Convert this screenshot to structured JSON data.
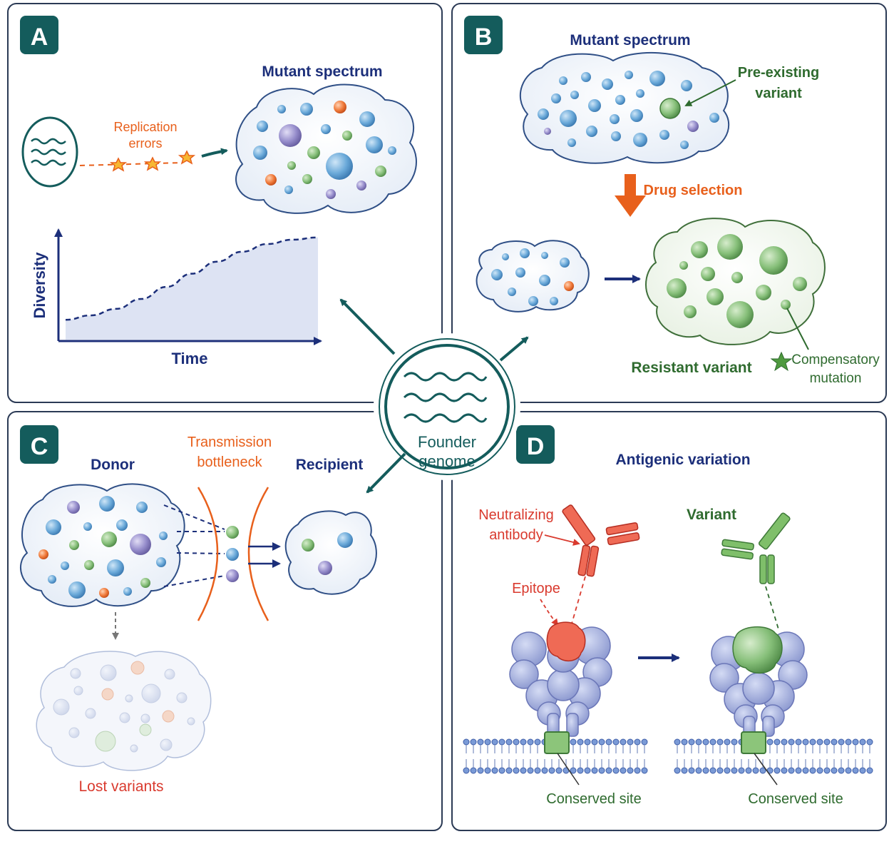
{
  "panels": {
    "a": {
      "badge": "A",
      "title": "Mutant spectrum",
      "arrow_label_1": "Replication",
      "arrow_label_2": "errors",
      "chart_data": {
        "type": "area",
        "xlabel": "Time",
        "ylabel": "Diversity",
        "x": [
          0,
          0.1,
          0.2,
          0.3,
          0.4,
          0.5,
          0.6,
          0.7,
          0.8,
          0.9,
          1.0
        ],
        "y": [
          0.18,
          0.22,
          0.28,
          0.37,
          0.48,
          0.6,
          0.71,
          0.8,
          0.87,
          0.91,
          0.93
        ],
        "ylim": [
          0,
          1
        ],
        "grid": false
      }
    },
    "b": {
      "badge": "B",
      "title": "Mutant spectrum",
      "preexisting_1": "Pre-existing",
      "preexisting_2": "variant",
      "selection": "Drug selection",
      "resistant": "Resistant variant",
      "compensatory_1": "Compensatory",
      "compensatory_2": "mutation"
    },
    "c": {
      "badge": "C",
      "donor": "Donor",
      "bottleneck_1": "Transmission",
      "bottleneck_2": "bottleneck",
      "recipient": "Recipient",
      "lost": "Lost variants"
    },
    "d": {
      "badge": "D",
      "title": "Antigenic variation",
      "antibody_1": "Neutralizing",
      "antibody_2": "antibody",
      "epitope": "Epitope",
      "variant": "Variant",
      "conserved_left": "Conserved site",
      "conserved_right": "Conserved site"
    }
  },
  "center": {
    "line_1": "Founder",
    "line_2": "genome"
  },
  "colors": {
    "teal": "#145c5c",
    "navy": "#1c2f7a",
    "orange": "#e8601c",
    "red": "#d93a2e",
    "green": "#2f6b2f",
    "blue_particle": "#5b9bd5",
    "green_particle": "#7fb77e",
    "purple_particle": "#8f86c9"
  }
}
